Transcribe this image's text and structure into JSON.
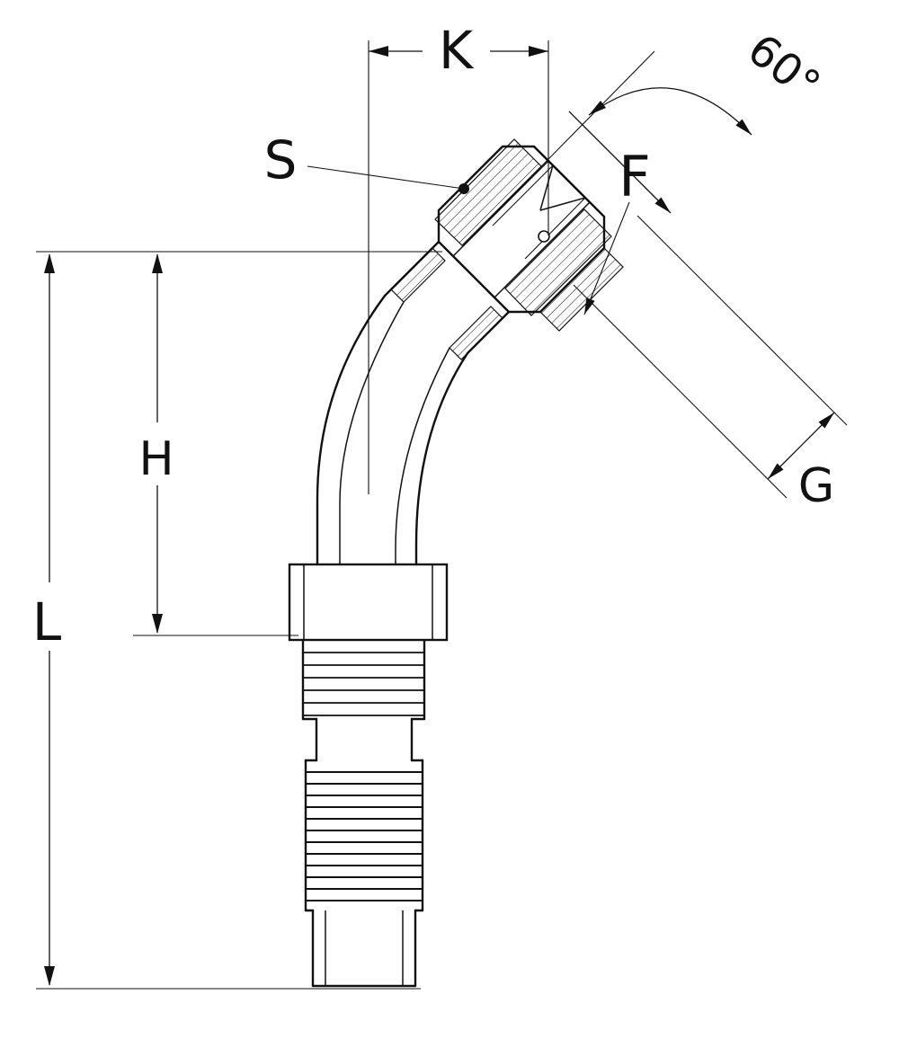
{
  "drawing": {
    "type": "technical-drawing",
    "description": "45 degree elbow hydraulic hose fitting, sectioned dimension drawing",
    "background": "#ffffff",
    "ink": "#111111"
  },
  "dimensions": {
    "k_label": "K",
    "s_label": "S",
    "f_label": "F",
    "angle_label": "60°",
    "g_label": "G",
    "h_label": "H",
    "l_label": "L"
  }
}
